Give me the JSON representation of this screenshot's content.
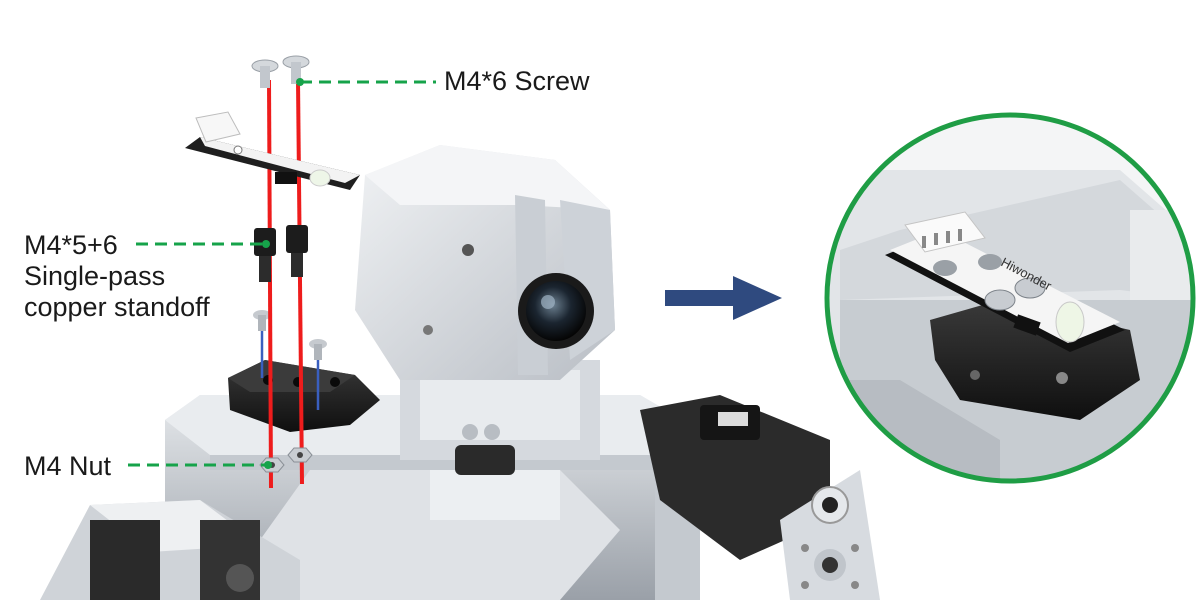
{
  "callouts": {
    "screw": "M4*6 Screw",
    "standoff_line1": "M4*5+6",
    "standoff_line2": "Single-pass",
    "standoff_line3": "copper standoff",
    "nut": "M4 Nut"
  },
  "module_brand": "Hiwonder",
  "colors": {
    "leader": "#16a34a",
    "alignment_line": "#ee1c1c",
    "arrow": "#2f4a7f",
    "zoom_circle": "#1f9d45",
    "metal": "#d9dde2",
    "dark_part": "#1e1e1e"
  }
}
